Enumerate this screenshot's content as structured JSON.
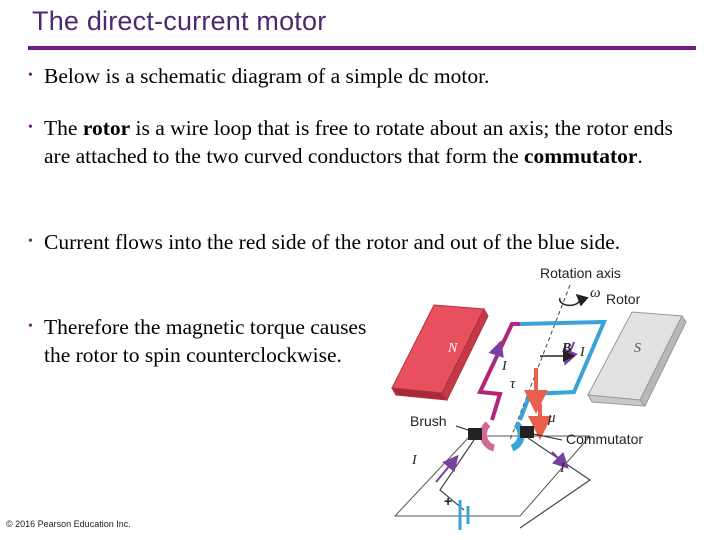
{
  "slide": {
    "title": "The direct-current motor",
    "bullets": [
      {
        "parts": [
          {
            "text": "Below is a schematic diagram of a simple dc motor.",
            "bold": false
          }
        ]
      },
      {
        "parts": [
          {
            "text": "The ",
            "bold": false
          },
          {
            "text": "rotor",
            "bold": true
          },
          {
            "text": " is a wire loop that is free to rotate about an axis; the rotor ends are attached to the two curved conductors that form the ",
            "bold": false
          },
          {
            "text": "commutator",
            "bold": true
          },
          {
            "text": ".",
            "bold": false
          }
        ]
      },
      {
        "parts": [
          {
            "text": "Current flows into the red side of the rotor and out of the blue side.",
            "bold": false
          }
        ]
      },
      {
        "parts": [
          {
            "text": "Therefore the magnetic torque causes the rotor to spin counterclockwise.",
            "bold": false
          }
        ]
      }
    ],
    "copyright": "© 2016 Pearson Education Inc."
  },
  "diagram": {
    "labels": {
      "rotation_axis": "Rotation axis",
      "omega": "ω",
      "rotor": "Rotor",
      "north": "N",
      "south": "S",
      "B": "B",
      "current": "I",
      "tau": "τ",
      "mu": "μ",
      "brush": "Brush",
      "commutator": "Commutator",
      "plus": "+"
    },
    "colors": {
      "north_pole": "#e8505e",
      "south_pole": "#d9d9d9",
      "red_wire": "#b3247a",
      "blue_wire": "#3aa3d8",
      "torque_arrow": "#e8604d",
      "current_arrow": "#7a3fa0",
      "accent": "#6a1f86"
    }
  }
}
